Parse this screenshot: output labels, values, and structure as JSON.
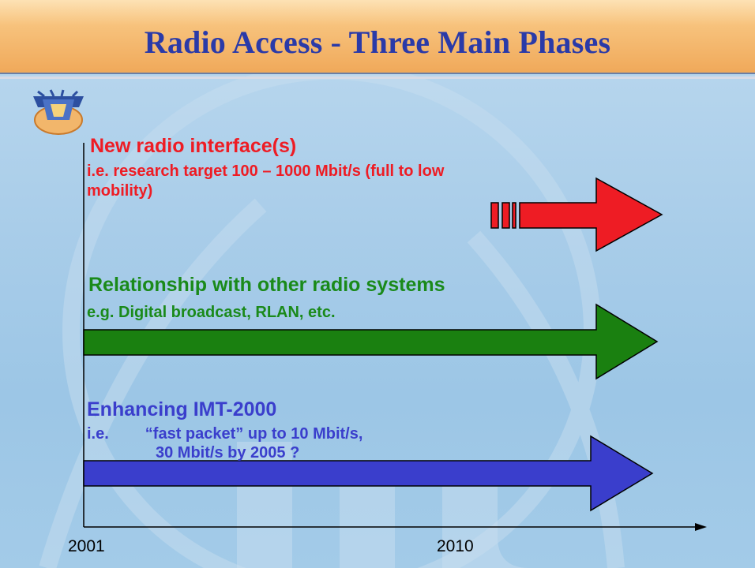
{
  "title": "Radio Access - Three Main Phases",
  "phases": [
    {
      "heading": "New radio interface(s)",
      "detail_lines": [
        "i.e. research target 100 – 1000 Mbit/s (full to low",
        "mobility)"
      ],
      "color": "#ee1c24"
    },
    {
      "heading": "Relationship with other radio systems",
      "detail_lines": [
        "e.g. Digital broadcast, RLAN, etc."
      ],
      "color": "#1a8a1a"
    },
    {
      "heading": "Enhancing IMT-2000",
      "detail_prefix": "i.e.",
      "detail_lines": [
        "“fast packet” up to 10 Mbit/s,",
        "30 Mbit/s by 2005 ?"
      ],
      "color": "#3a3ecc"
    }
  ],
  "timeline": {
    "start_label": "2001",
    "end_label": "2010"
  },
  "colors": {
    "title": "#2a3aa8",
    "title_bar": "#f7c27c",
    "background": "#a9cde9"
  },
  "icons": [
    "itu-logo-icon",
    "arrow-right-icon"
  ]
}
